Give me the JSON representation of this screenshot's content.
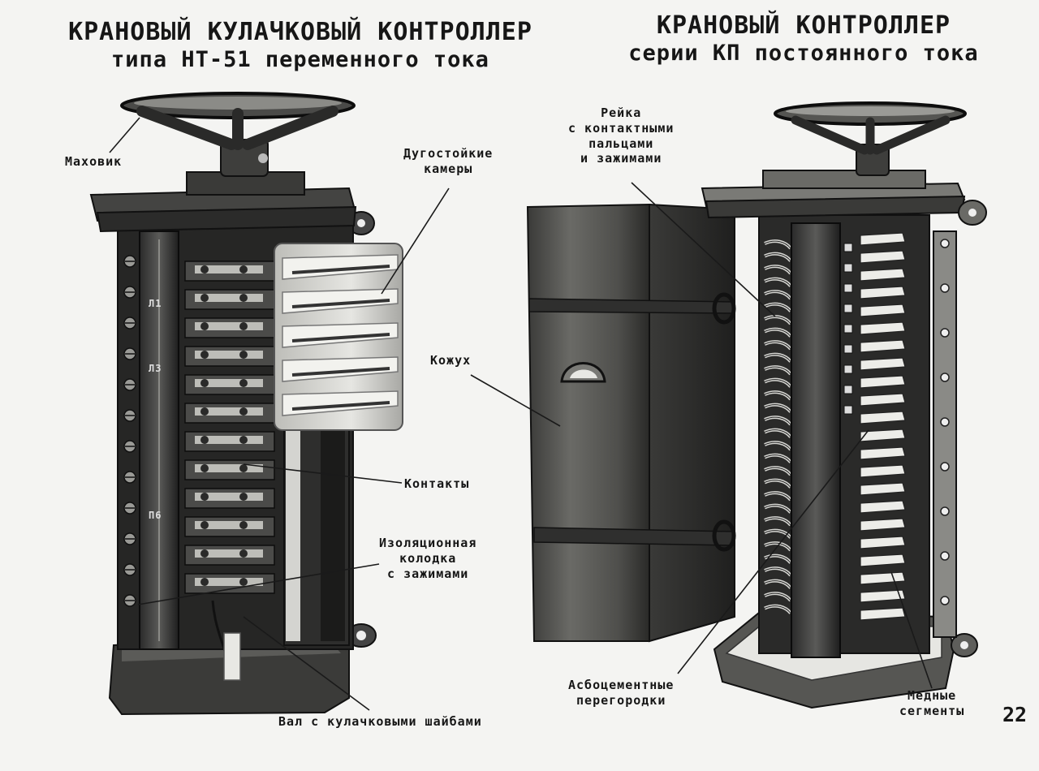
{
  "left_title": {
    "line1": "КРАНОВЫЙ КУЛАЧКОВЫЙ КОНТРОЛЛЕР",
    "line2": "типа НТ-51 переменного тока"
  },
  "right_title": {
    "line1": "КРАНОВЫЙ КОНТРОЛЛЕР",
    "line2": "серии КП постоянного тока"
  },
  "labels": {
    "handwheel": [
      "Маховик"
    ],
    "arc_chambers": [
      "Дугостойкие",
      "камеры"
    ],
    "contacts": [
      "Контакты"
    ],
    "insulating_block": [
      "Изоляционная",
      "колодка",
      "с зажимами"
    ],
    "cam_shaft": [
      "Вал с кулачковыми шайбами"
    ],
    "contact_rail": [
      "Рейка",
      "с контактными",
      "пальцами",
      "и зажимами"
    ],
    "casing": [
      "Кожух"
    ],
    "asbestos_partitions": [
      "Асбоцементные",
      "перегородки"
    ],
    "copper_segments": [
      "Медные",
      "сегменты"
    ]
  },
  "pin_labels": {
    "pin_1": "Л1",
    "pin_2": "Л3",
    "pin_3": "П6"
  },
  "page_number": "22"
}
